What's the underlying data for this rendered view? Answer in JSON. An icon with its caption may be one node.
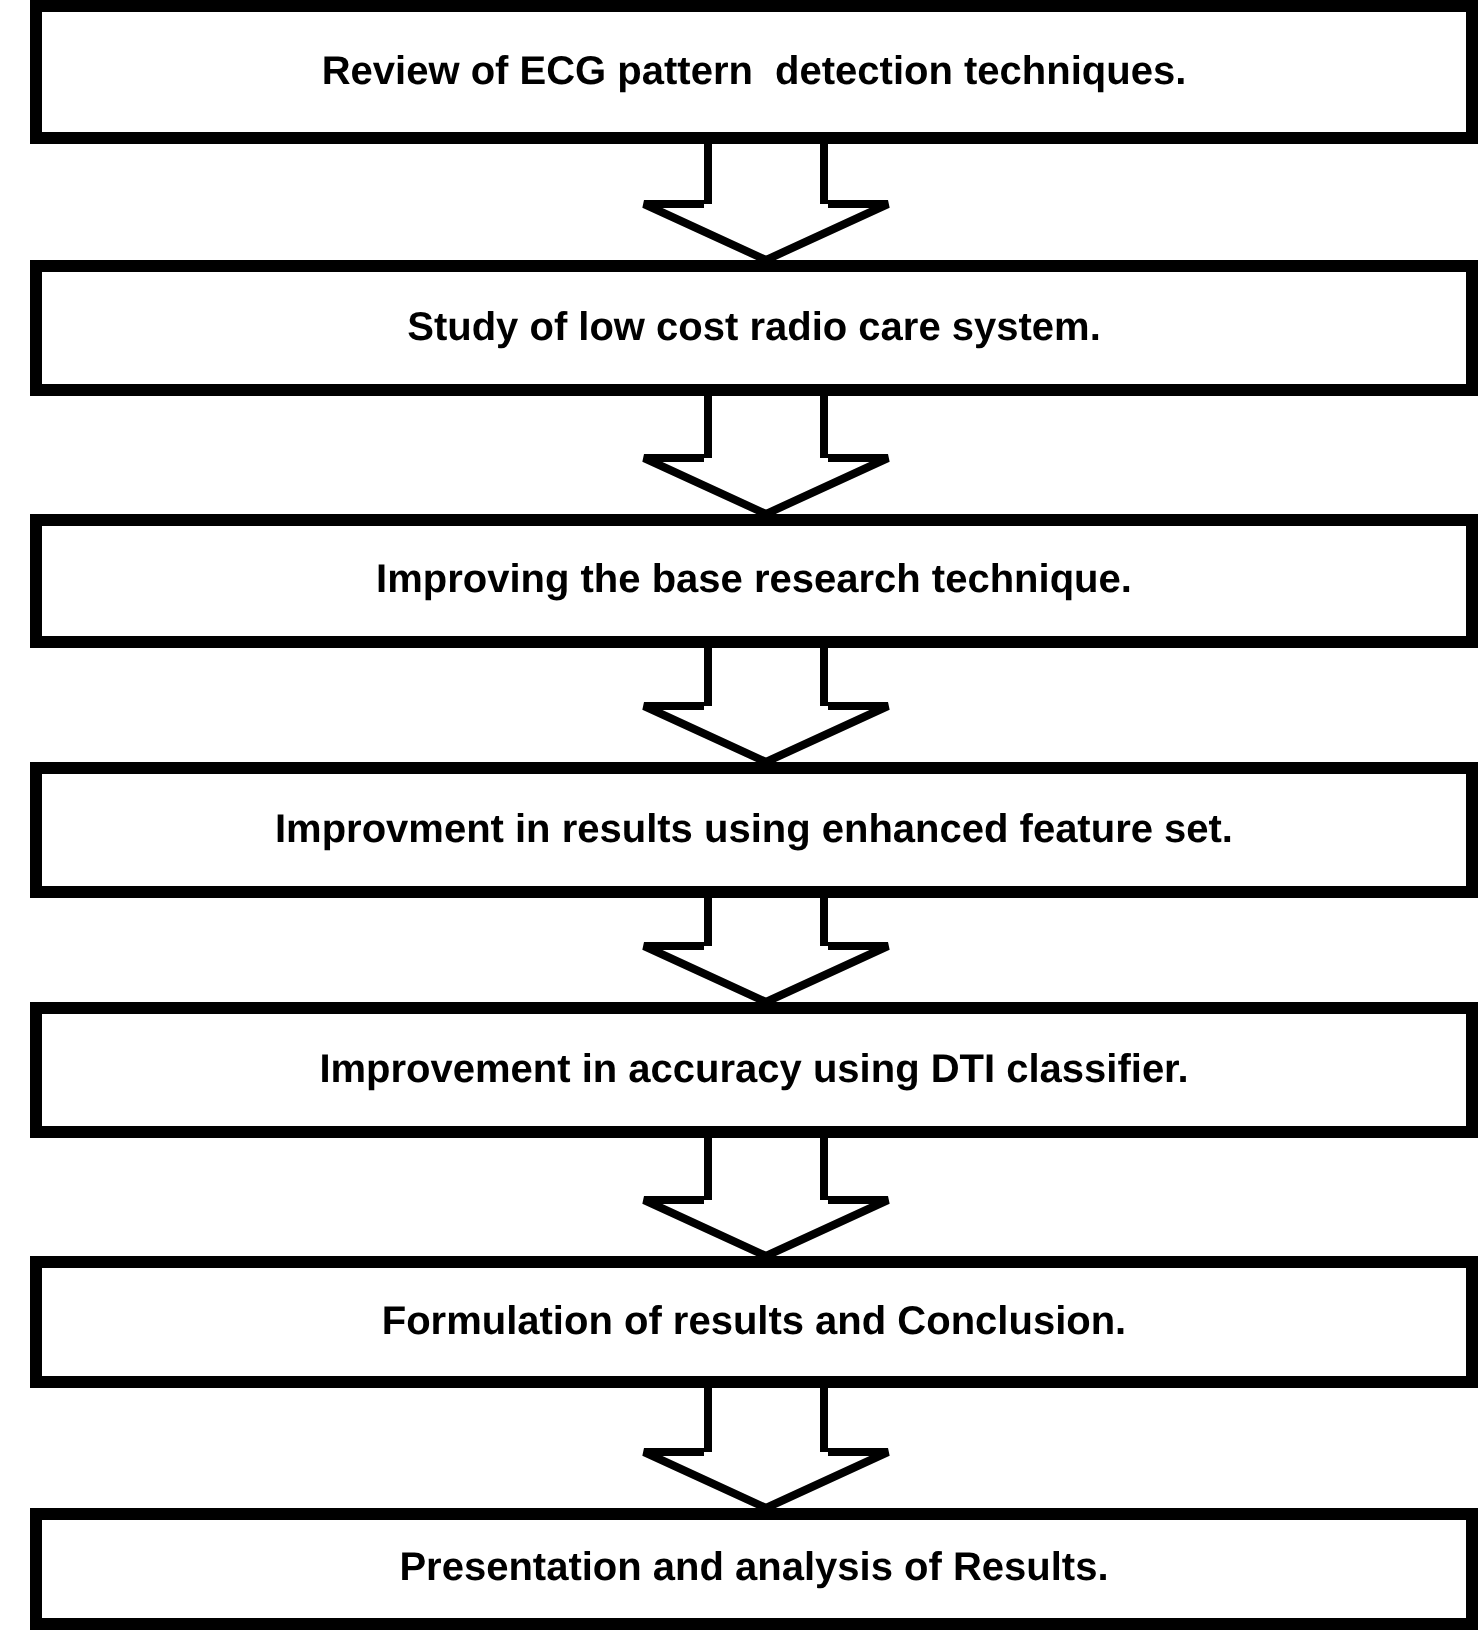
{
  "diagram": {
    "nodes": [
      {
        "text": [
          "Review of ECG pattern  detection techniques."
        ]
      },
      {
        "text": [
          "Study of low cost radio care system."
        ]
      },
      {
        "text": [
          "Improving the base research technique."
        ]
      },
      {
        "text": [
          "Improvment in results using enhanced feature set."
        ]
      },
      {
        "text": [
          "Improvement in accuracy using DTI classifier."
        ]
      },
      {
        "text": [
          "Formulation of results and Conclusion."
        ]
      },
      {
        "text": [
          "Presentation and analysis of Results."
        ]
      }
    ],
    "edges": [
      {
        "from": 0,
        "to": 1,
        "arrow": "to"
      },
      {
        "from": 1,
        "to": 2,
        "arrow": "to"
      },
      {
        "from": 2,
        "to": 3,
        "arrow": "to"
      },
      {
        "from": 3,
        "to": 4,
        "arrow": "to"
      },
      {
        "from": 4,
        "to": 5,
        "arrow": "to"
      },
      {
        "from": 5,
        "to": 6,
        "arrow": "to"
      }
    ]
  }
}
